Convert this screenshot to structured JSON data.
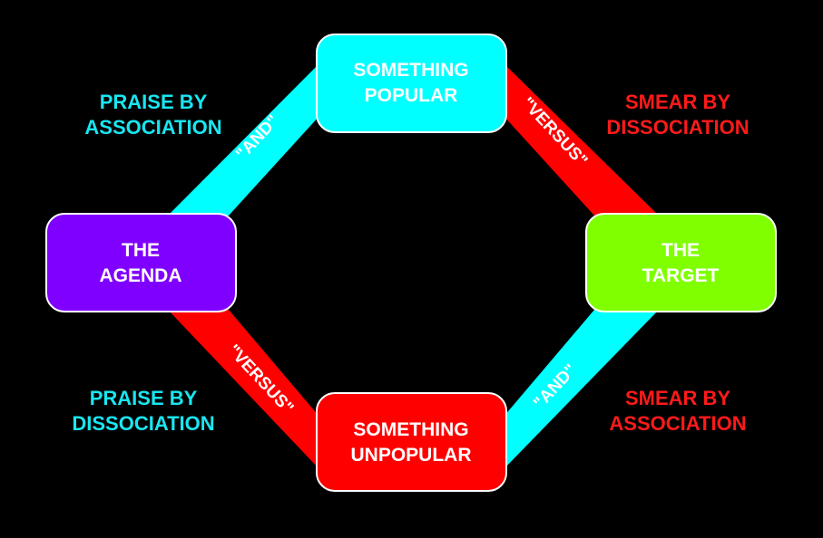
{
  "colors": {
    "background": "#000000",
    "and_connector": "#00ffff",
    "versus_connector": "#ff0000",
    "praise_label": "#19e6f0",
    "smear_label": "#ff1a1a",
    "node_border": "#ffffff",
    "text": "#ffffff"
  },
  "nodes": {
    "popular": {
      "line1": "SOMETHING",
      "line2": "POPULAR",
      "color": "#00ffff"
    },
    "agenda": {
      "line1": "THE",
      "line2": "AGENDA",
      "color": "#8000ff"
    },
    "target": {
      "line1": "THE",
      "line2": "TARGET",
      "color": "#80ff00"
    },
    "unpopular": {
      "line1": "SOMETHING",
      "line2": "UNPOPULAR",
      "color": "#ff0000"
    }
  },
  "connectors": {
    "agenda_popular": {
      "label": "\"AND\"",
      "kind": "and"
    },
    "popular_target": {
      "label": "\"VERSUS\"",
      "kind": "versus"
    },
    "agenda_unpopular": {
      "label": "\"VERSUS\"",
      "kind": "versus"
    },
    "unpopular_target": {
      "label": "\"AND\"",
      "kind": "and"
    }
  },
  "labels": {
    "praise_by_association": {
      "line1": "PRAISE BY",
      "line2": "ASSOCIATION"
    },
    "smear_by_dissociation": {
      "line1": "SMEAR BY",
      "line2": "DISSOCIATION"
    },
    "praise_by_dissociation": {
      "line1": "PRAISE BY",
      "line2": "DISSOCIATION"
    },
    "smear_by_association": {
      "line1": "SMEAR BY",
      "line2": "ASSOCIATION"
    }
  }
}
